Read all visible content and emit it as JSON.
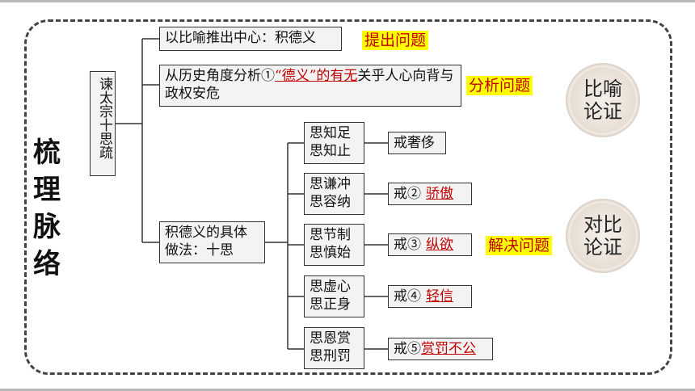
{
  "title": "梳理脉络",
  "root": "谏太宗十思疏",
  "branch1": "以比喻推出中心：积德义",
  "branch2": {
    "prefix": "从历史角度分析①",
    "answer": "“德义”的有无",
    "suffix": "关乎人心向背与政权安危"
  },
  "branch3": "积德义的具体做法：十思",
  "thoughts": [
    {
      "label": "思知足思知止",
      "warn_prefix": "戒奢侈",
      "answer": ""
    },
    {
      "label": "思谦冲思容纳",
      "warn_prefix": "戒②",
      "answer": "骄傲"
    },
    {
      "label": "思节制思慎始",
      "warn_prefix": "戒③",
      "answer": "纵欲"
    },
    {
      "label": "思虚心思正身",
      "warn_prefix": "戒④",
      "answer": "轻信"
    },
    {
      "label": "思恩赏思刑罚",
      "warn_prefix": "戒⑤",
      "answer": "赏罚不公"
    }
  ],
  "tags": {
    "raise": "提出问题",
    "analyze": "分析问题",
    "solve": "解决问题"
  },
  "seals": {
    "metaphor": "比喻论证",
    "contrast": "对比论证"
  },
  "colors": {
    "answer": "#c00000",
    "highlight": "#ffff00"
  }
}
